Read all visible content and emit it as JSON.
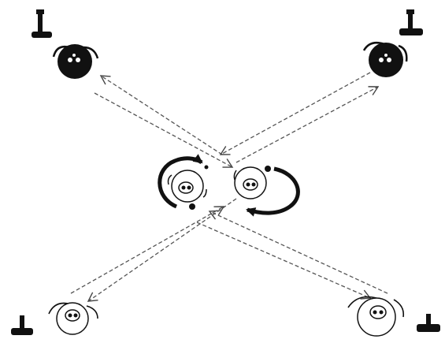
{
  "diagram": {
    "colors": {
      "ink": "#111111",
      "dashed": "#555555",
      "background": "#ffffff"
    },
    "players": [
      {
        "id": "player-top-left",
        "fill": "dark"
      },
      {
        "id": "player-top-right",
        "fill": "dark"
      },
      {
        "id": "player-center-left",
        "fill": "light"
      },
      {
        "id": "player-center-right",
        "fill": "light"
      },
      {
        "id": "player-bottom-left",
        "fill": "light"
      },
      {
        "id": "player-bottom-right",
        "fill": "light"
      }
    ],
    "cones": [
      "cone-top-left",
      "cone-top-right",
      "cone-bottom-left",
      "cone-bottom-right"
    ],
    "passing_lines": [
      "pass-line-top-left",
      "pass-line-top-right",
      "pass-line-bottom-left",
      "pass-line-bottom-right"
    ],
    "rotation_arrows": [
      "rotation-arrow-left",
      "rotation-arrow-right"
    ],
    "balls": [
      "ball-center-top",
      "ball-center-bottom"
    ]
  }
}
